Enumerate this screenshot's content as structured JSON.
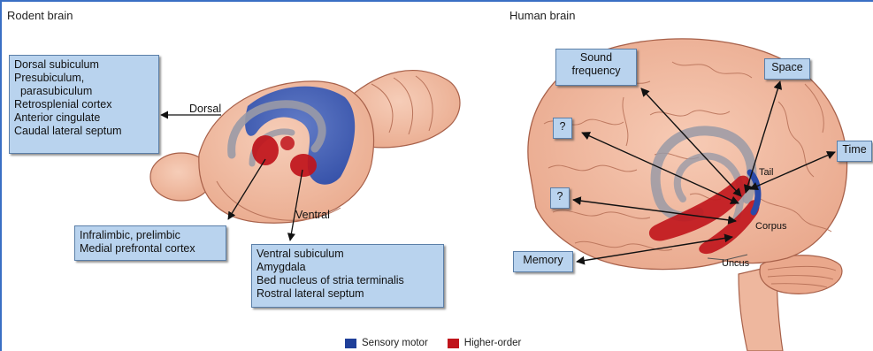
{
  "left_panel": {
    "title": "Rodent brain",
    "dorsal_label": "Dorsal",
    "ventral_label": "Ventral",
    "dorsal_box": [
      "Dorsal subiculum",
      "Presubiculum,",
      "  parasubiculum",
      "Retrosplenial cortex",
      "Anterior cingulate",
      "Caudal lateral septum"
    ],
    "middle_box": [
      "Infralimbic, prelimbic",
      "Medial prefrontal cortex"
    ],
    "ventral_box": [
      "Ventral subiculum",
      "Amygdala",
      "Bed nucleus of stria terminalis",
      "Rostral lateral septum"
    ]
  },
  "right_panel": {
    "title": "Human brain",
    "sound_box": [
      "Sound",
      "frequency"
    ],
    "space_label": "Space",
    "time_label": "Time",
    "question1": "?",
    "question2": "?",
    "memory_label": "Memory",
    "tail_label": "Tail",
    "corpus_label": "Corpus",
    "uncus_label": "Uncus"
  },
  "legend": {
    "sensory": {
      "label": "Sensory motor",
      "color": "#1f3f99"
    },
    "higher": {
      "label": "Higher-order",
      "color": "#c0141b"
    }
  },
  "colors": {
    "brain_fill": "#eeb79e",
    "brain_stroke": "#a8614a",
    "box_fill": "#b9d3ee",
    "hippo_gray": "#9a9aa6"
  }
}
